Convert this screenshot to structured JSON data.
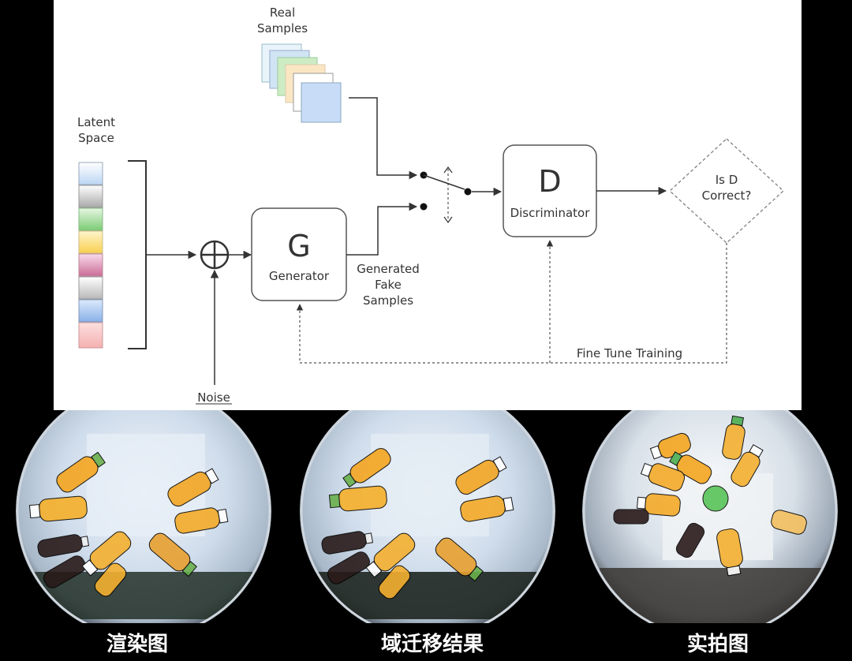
{
  "diagram": {
    "real_samples_label_line1": "Real",
    "real_samples_label_line2": "Samples",
    "latent_label_line1": "Latent",
    "latent_label_line2": "Space",
    "generator_letter": "G",
    "generator_name": "Generator",
    "generated_label_line1": "Generated",
    "generated_label_line2": "Fake",
    "generated_label_line3": "Samples",
    "discriminator_letter": "D",
    "discriminator_name": "Discriminator",
    "decision_line1": "Is D",
    "decision_line2": "Correct?",
    "feedback_label": "Fine Tune Training",
    "noise_label": "Noise",
    "latent_colors": [
      "#d8e8fa",
      "#c8c8c8",
      "#a8dca0",
      "#fbe08a",
      "#e0a0c0",
      "#d8d8d8",
      "#a8c8f0",
      "#f8c8c8"
    ],
    "sample_colors": [
      "#e8f4fa",
      "#c8dcf0",
      "#c8ecc0",
      "#fbe8c0",
      "#ffffff",
      "#c8dcf8"
    ]
  },
  "captions": {
    "left": "渲染图",
    "middle": "域迁移结果",
    "right": "实拍图"
  }
}
